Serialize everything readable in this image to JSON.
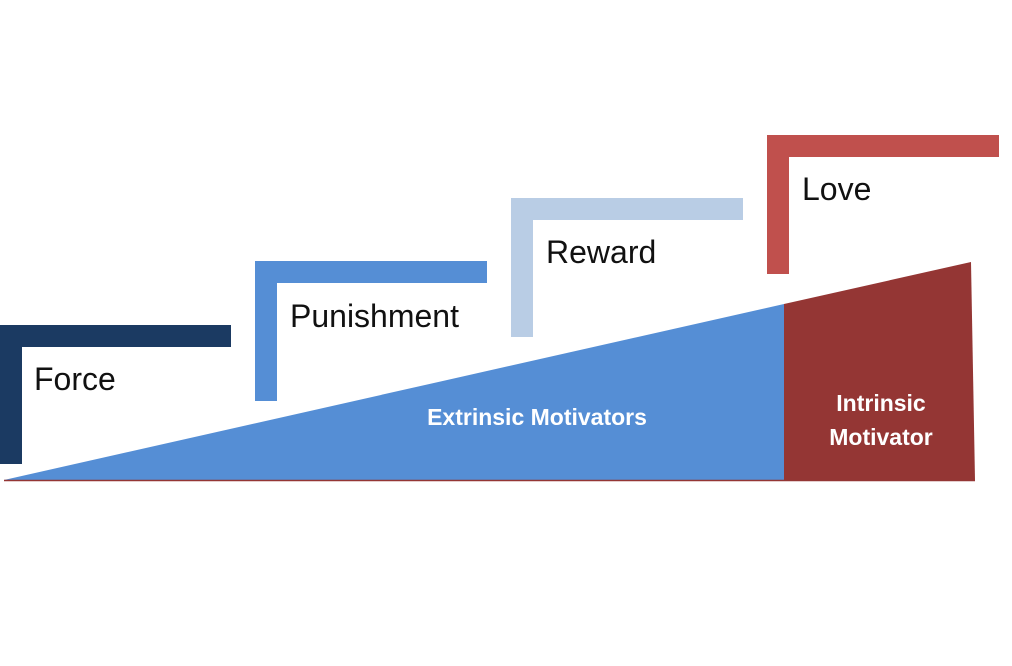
{
  "steps": [
    {
      "label": "Force",
      "color": "#1b3a62"
    },
    {
      "label": "Punishment",
      "color": "#558ed5"
    },
    {
      "label": "Reward",
      "color": "#b9cde5"
    },
    {
      "label": "Love",
      "color": "#c0504d"
    }
  ],
  "bands": {
    "extrinsic": {
      "label": "Extrinsic Motivators",
      "color": "#558ed5"
    },
    "intrinsic": {
      "label_line1": "Intrinsic",
      "label_line2": "Motivator",
      "color": "#943634"
    }
  },
  "baseline_color": "#943634"
}
